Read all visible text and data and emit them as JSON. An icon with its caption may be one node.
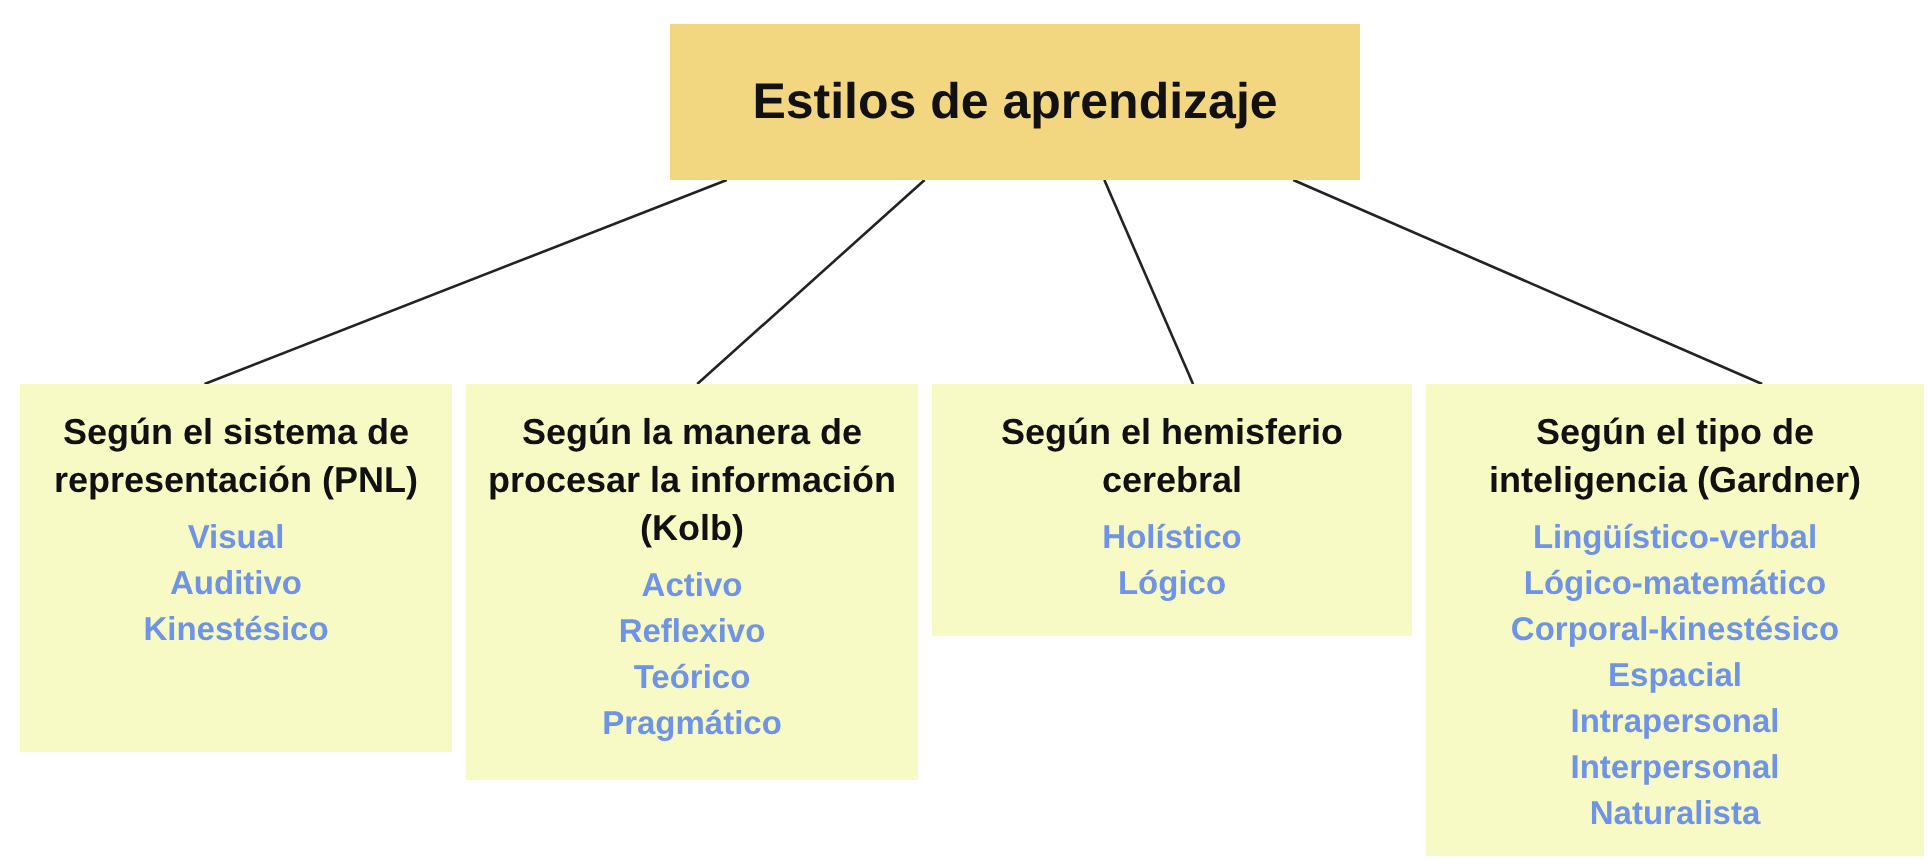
{
  "diagram": {
    "nodes": [
      {
        "text": [
          "Estilos de aprendizaje"
        ]
      },
      {
        "text": [
          "Según el sistema de representación (PNL)",
          "Visual",
          "Auditivo",
          "Kinestésico"
        ]
      },
      {
        "text": [
          "Según la manera de procesar la información (Kolb)",
          "Activo",
          "Reflexivo",
          "Teórico",
          "Pragmático"
        ]
      },
      {
        "text": [
          "Según el hemisferio cerebral",
          "Holístico",
          "Lógico"
        ]
      },
      {
        "text": [
          "Según el tipo de inteligencia (Gardner)",
          "Lingüístico-verbal",
          "Lógico-matemático",
          "Corporal-kinestésico",
          "Espacial",
          "Intrapersonal",
          "Interpersonal",
          "Naturalista"
        ]
      }
    ],
    "edges": [
      {
        "from": 0,
        "to": 1,
        "arrow": "none"
      },
      {
        "from": 0,
        "to": 2,
        "arrow": "none"
      },
      {
        "from": 0,
        "to": 3,
        "arrow": "none"
      },
      {
        "from": 0,
        "to": 4,
        "arrow": "none"
      }
    ]
  }
}
